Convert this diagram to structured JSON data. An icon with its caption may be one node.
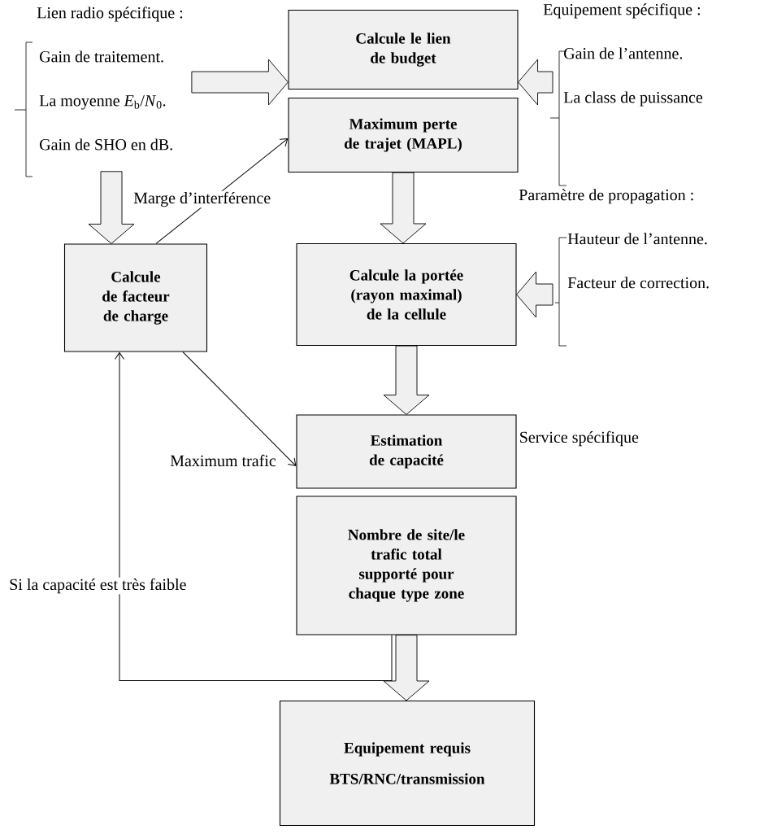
{
  "diagram": {
    "nodes": [
      {
        "text": [
          "Lien radio spécifique :",
          "Gain de traitement.",
          "La moyenne *E*$_{b}$/*N*$_{0}$.",
          "Gain de SHO en dB."
        ]
      },
      {
        "text": [
          "Calcule le lien de budget"
        ]
      },
      {
        "text": [
          "Equipement spécifique :",
          "Gain de l’antenne.",
          "La class de puissance"
        ]
      },
      {
        "text": [
          "Maximum perte de trajet (MAPL)"
        ]
      },
      {
        "text": [
          "Paramètre de propagation :",
          "Hauteur de l’antenne.",
          "Facteur de correction."
        ]
      },
      {
        "text": [
          "Calcule de facteur de charge"
        ]
      },
      {
        "text": [
          "Calcule la portée (rayon maximal) de la cellule"
        ]
      },
      {
        "text": [
          "Estimation de capacité"
        ],
        "beside": [
          "Service spécifique"
        ]
      },
      {
        "text": [
          "Nombre de site/le trafic total supporté pour chaque type zone"
        ]
      },
      {
        "text": [
          "Equipement requis",
          "BTS/RNC/transmission"
        ]
      }
    ],
    "edges": [
      {
        "from": 0,
        "to": 1,
        "arrow": "to",
        "style": "thick"
      },
      {
        "from": 2,
        "to": 1,
        "arrow": "to",
        "style": "thick"
      },
      {
        "from": 0,
        "to": 5,
        "arrow": "to",
        "style": "thick"
      },
      {
        "from": 5,
        "to": 3,
        "arrow": "to",
        "label": "Marge d’interférence"
      },
      {
        "from": 3,
        "to": 6,
        "arrow": "to",
        "style": "thick"
      },
      {
        "from": 4,
        "to": 6,
        "arrow": "to",
        "style": "thick"
      },
      {
        "from": 6,
        "to": 7,
        "arrow": "to",
        "style": "thick"
      },
      {
        "from": 5,
        "to": 7,
        "arrow": "to",
        "label": "Maximum trafic"
      },
      {
        "from": 8,
        "to": 9,
        "arrow": "to",
        "style": "thick"
      },
      {
        "from": 8,
        "to": 5,
        "arrow": "to",
        "label": "Si la capacité est très faible"
      }
    ]
  }
}
